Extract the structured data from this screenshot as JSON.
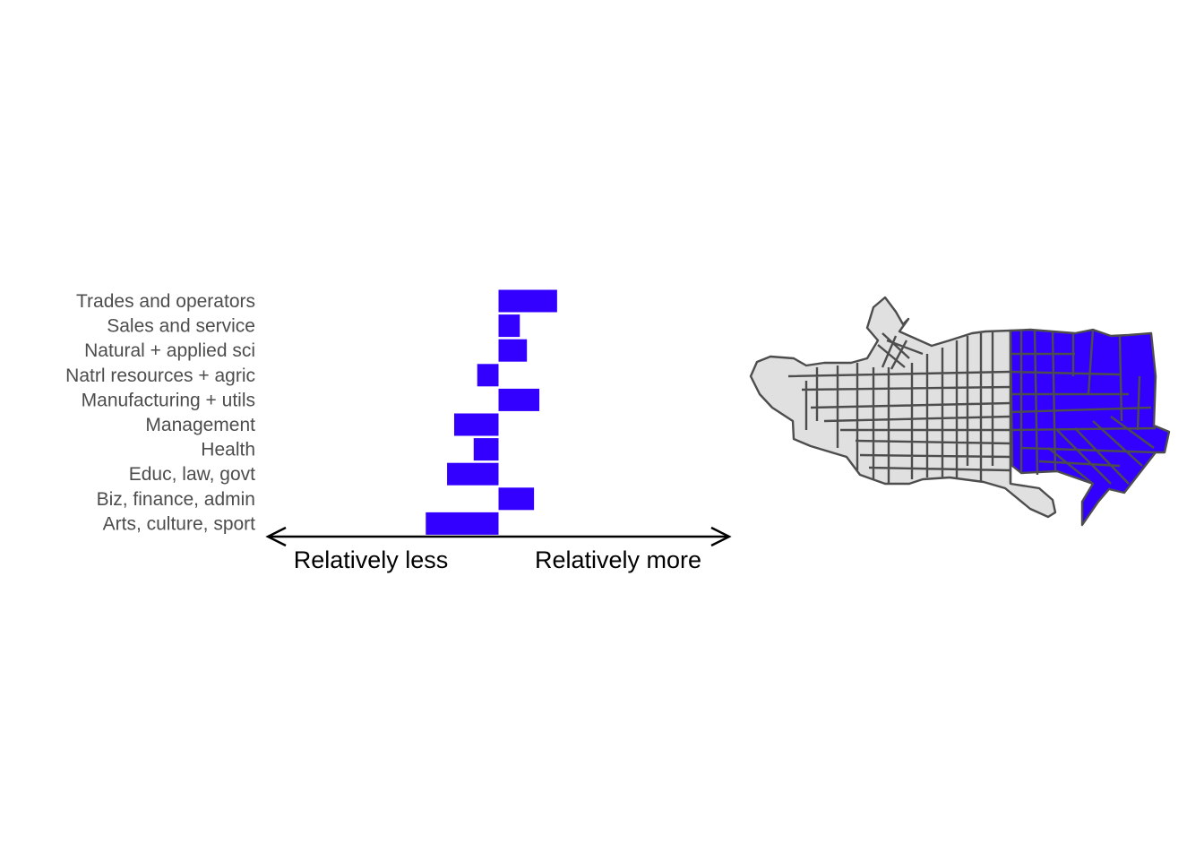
{
  "chart_data": {
    "type": "bar",
    "orientation": "horizontal",
    "categories": [
      "Trades and operators",
      "Sales and service",
      "Natural + applied sci",
      "Natrl resources + agric",
      "Manufacturing + utils",
      "Management",
      "Health",
      "Educ, law, govt",
      "Biz, finance, admin",
      "Arts, culture, sport"
    ],
    "values": [
      0.33,
      0.12,
      0.16,
      -0.12,
      0.23,
      -0.25,
      -0.14,
      -0.29,
      0.2,
      -0.41
    ],
    "xlim": [
      -1.3,
      1.3
    ],
    "grid": false,
    "bar_color": "#3300ff",
    "axis_left_label": "Relatively less",
    "axis_right_label": "Relatively more"
  },
  "map": {
    "highlight_color": "#3300ff",
    "base_color": "#e0e0e0",
    "border_color": "#4d4d4d",
    "highlighted_region": "east"
  }
}
